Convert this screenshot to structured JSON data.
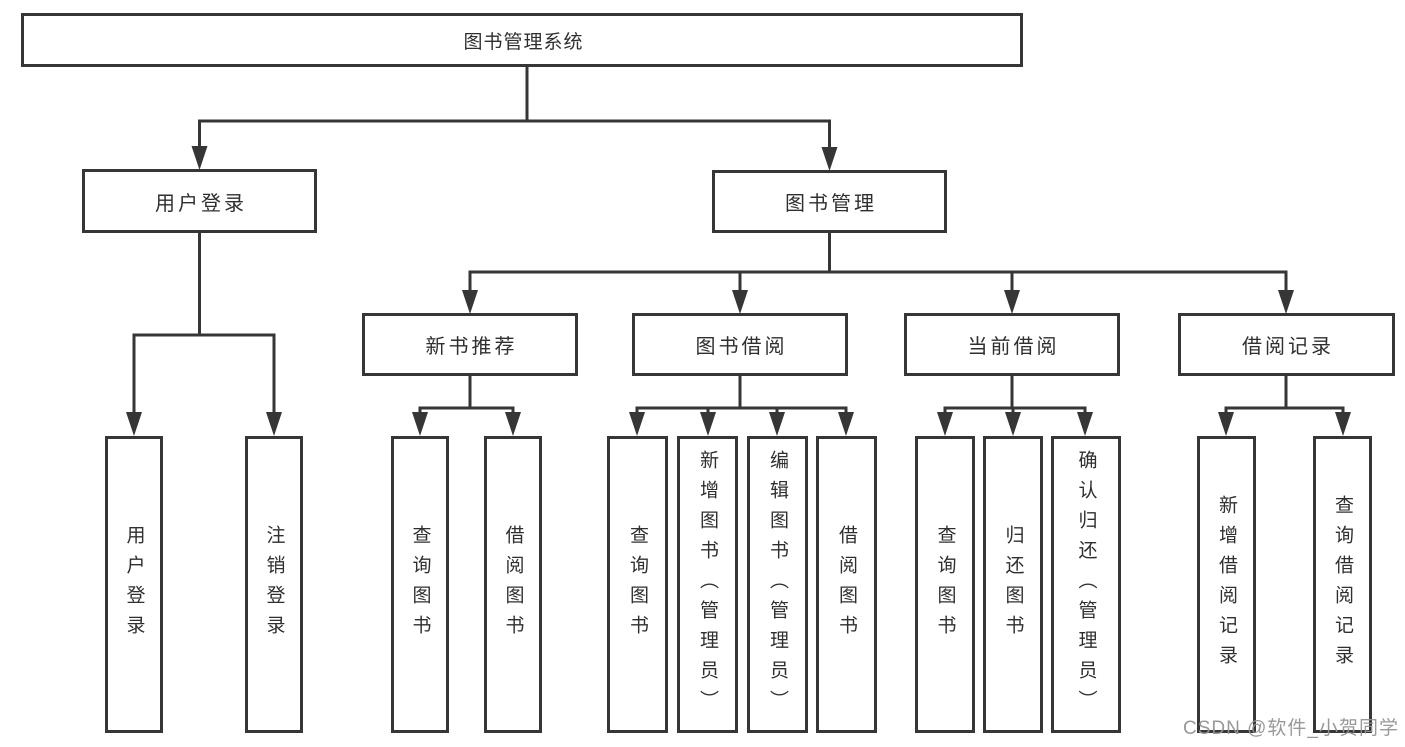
{
  "diagram": {
    "title": "图书管理系统",
    "root": {
      "label": "图书管理系统",
      "children": [
        {
          "label": "用户登录",
          "children": [
            {
              "label": "用户登录"
            },
            {
              "label": "注销登录"
            }
          ]
        },
        {
          "label": "图书管理",
          "children": [
            {
              "label": "新书推荐",
              "children": [
                {
                  "label": "查询图书"
                },
                {
                  "label": "借阅图书"
                }
              ]
            },
            {
              "label": "图书借阅",
              "children": [
                {
                  "label": "查询图书"
                },
                {
                  "label": "新增图书（管理员）"
                },
                {
                  "label": "编辑图书（管理员）"
                },
                {
                  "label": "借阅图书"
                }
              ]
            },
            {
              "label": "当前借阅",
              "children": [
                {
                  "label": "查询图书"
                },
                {
                  "label": "归还图书"
                },
                {
                  "label": "确认归还（管理员）"
                }
              ]
            },
            {
              "label": "借阅记录",
              "children": [
                {
                  "label": "新增借阅记录"
                },
                {
                  "label": "查询借阅记录"
                }
              ]
            }
          ]
        }
      ]
    },
    "watermark": "CSDN @软件_小贺同学",
    "colors": {
      "line": "#363636",
      "box_border": "#363636",
      "text": "#2f2f2f",
      "watermark": "#949494",
      "background": "#ffffff"
    }
  }
}
